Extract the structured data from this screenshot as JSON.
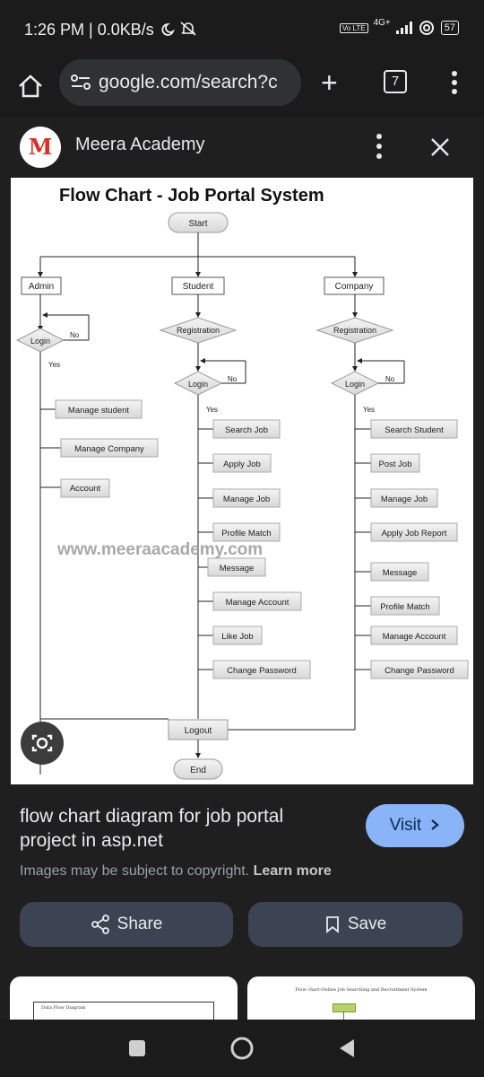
{
  "status_bar": {
    "time": "1:26 PM | 0.0KB/s",
    "network": "4G+",
    "volte": "Vo LTE",
    "battery": "57"
  },
  "browser": {
    "url": "google.com/search?c",
    "tab_count": "7"
  },
  "source": {
    "logo_text": "M",
    "name": "Meera Academy"
  },
  "flowchart": {
    "title": "Flow Chart - Job Portal System",
    "start": "Start",
    "end": "End",
    "logout": "Logout",
    "watermark": "www.meeraacademy.com",
    "columns": {
      "admin": "Admin",
      "student": "Student",
      "company": "Company"
    },
    "registration": "Registration",
    "login": "Login",
    "yes": "Yes",
    "no": "No",
    "admin_items": [
      "Manage student",
      "Manage Company",
      "Account"
    ],
    "student_items": [
      "Search Job",
      "Apply Job",
      "Manage Job",
      "Profile Match",
      "Message",
      "Manage Account",
      "Like Job",
      "Change Password"
    ],
    "company_items": [
      "Search Student",
      "Post Job",
      "Manage Job",
      "Apply Job Report",
      "Message",
      "Profile Match",
      "Manage Account",
      "Change Password"
    ]
  },
  "result": {
    "title": "flow chart diagram for job portal project in asp.net",
    "visit_label": "Visit",
    "copyright_text": "Images may be subject to copyright.",
    "learn_more": "Learn more",
    "share_label": "Share",
    "save_label": "Save"
  },
  "related": {
    "card1_title": "Data Flow Diagram",
    "card2_title": "Flow chart-Online Job Searching and Recruitment System"
  }
}
